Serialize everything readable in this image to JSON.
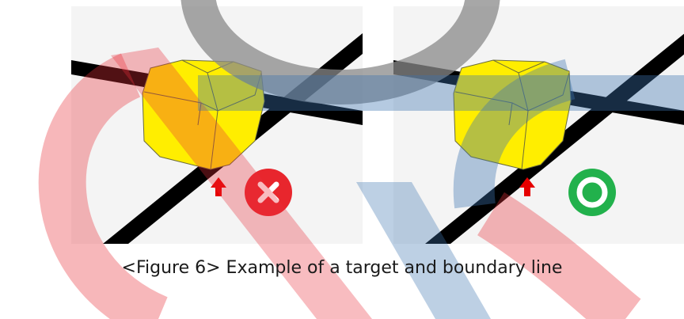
{
  "caption": "<Figure 6> Example of a target and boundary line",
  "panels": [
    {
      "id": "incorrect",
      "status_icon": "x-mark-icon",
      "status_color": "#e8262d"
    },
    {
      "id": "correct",
      "status_icon": "circle-check-icon",
      "status_color": "#22b14c"
    }
  ],
  "colors": {
    "target": "#ffee00",
    "boundary_line": "#000000",
    "arrow": "#e60000",
    "watermark_red": "#e8303a",
    "watermark_blue": "#3d74b0",
    "watermark_gray": "#8a8a8a"
  }
}
